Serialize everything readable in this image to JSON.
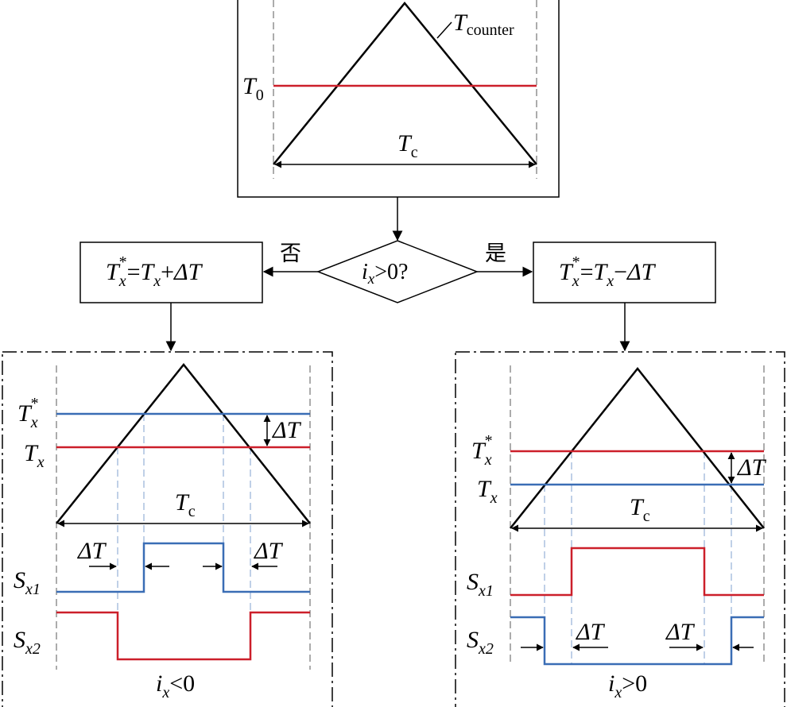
{
  "colors": {
    "black": "#000000",
    "red": "#cc1f2a",
    "blue": "#3a6db5",
    "gray": "#7f7f7f"
  },
  "top_panel": {
    "counter_label": "T",
    "counter_sub": "counter",
    "t0_label": "T",
    "t0_sub": "0",
    "period_label": "T",
    "period_sub": "c"
  },
  "decision": {
    "condition_var": "i",
    "condition_sub": "x",
    "condition_rest": ">0?",
    "no_label": "否",
    "yes_label": "是"
  },
  "left_box": {
    "lhs": "T",
    "lhs_sub": "x",
    "lhs_sup": "*",
    "eq": "=",
    "rhs": "T",
    "rhs_sub": "x",
    "op": "+",
    "delta": "ΔT"
  },
  "right_box": {
    "lhs": "T",
    "lhs_sub": "x",
    "lhs_sup": "*",
    "eq": "=",
    "rhs": "T",
    "rhs_sub": "x",
    "op": "−",
    "delta": "ΔT"
  },
  "left_panel": {
    "tx_star": "T",
    "tx_star_sub": "x",
    "tx_star_sup": "*",
    "tx": "T",
    "tx_sub": "x",
    "delta": "ΔT",
    "period": "T",
    "period_sub": "c",
    "sx1": "S",
    "sx1_sub": "x1",
    "sx2": "S",
    "sx2_sub": "x2",
    "delta_left": "ΔT",
    "delta_right": "ΔT",
    "condition_var": "i",
    "condition_sub": "x",
    "condition_rest": "<0"
  },
  "right_panel": {
    "tx_star": "T",
    "tx_star_sub": "x",
    "tx_star_sup": "*",
    "tx": "T",
    "tx_sub": "x",
    "delta": "ΔT",
    "period": "T",
    "period_sub": "c",
    "sx1": "S",
    "sx1_sub": "x1",
    "sx2": "S",
    "sx2_sub": "x2",
    "delta_left": "ΔT",
    "delta_right": "ΔT",
    "condition_var": "i",
    "condition_sub": "x",
    "condition_rest": ">0"
  }
}
